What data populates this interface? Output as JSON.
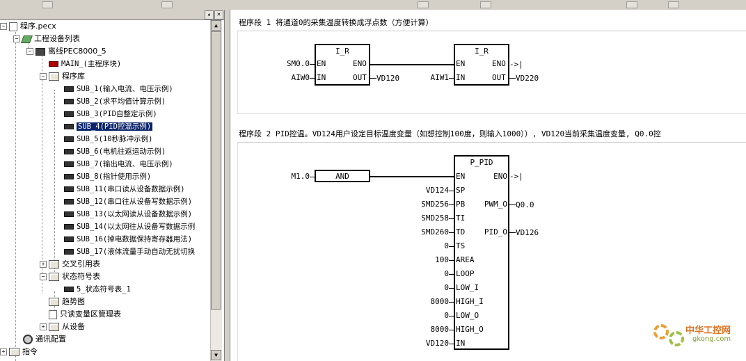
{
  "tree": {
    "nodes": [
      {
        "label": "程序.pecx"
      },
      {
        "label": "工程设备列表"
      },
      {
        "label": "离线PEC8000_5"
      },
      {
        "label": "MAIN_(主程序块)"
      },
      {
        "label": "程序库"
      },
      {
        "label": "SUB_1(输入电流、电压示例)"
      },
      {
        "label": "SUB_2(求平均值计算示例)"
      },
      {
        "label": "SUB_3(PID自整定示例)"
      },
      {
        "label": "SUB_4(PID控温示例)"
      },
      {
        "label": "SUB_5(10秒脉冲示例)"
      },
      {
        "label": "SUB_6(电机往返运动示例)"
      },
      {
        "label": "SUB_7(输出电流、电压示例)"
      },
      {
        "label": "SUB_8(指针使用示例)"
      },
      {
        "label": "SUB_11(串口读从设备数据示例)"
      },
      {
        "label": "SUB_12(串口往从设备写数据示例)"
      },
      {
        "label": "SUB_13(以太网读从设备数据示例)"
      },
      {
        "label": "SUB_14(以太网往从设备写数据示例"
      },
      {
        "label": "SUB_16(掉电数据保持寄存器用法)"
      },
      {
        "label": "SUB_17(液体流量手动自动无扰切换"
      },
      {
        "label": "交叉引用表"
      },
      {
        "label": "状态符号表"
      },
      {
        "label": "5_状态符号表_1"
      },
      {
        "label": "趋势图"
      },
      {
        "label": "只读变量区管理表"
      },
      {
        "label": "从设备"
      },
      {
        "label": "通讯配置"
      },
      {
        "label": "指令"
      }
    ]
  },
  "network1": {
    "title": "程序段 1  将通道0的采集温度转换成浮点数（方便计算）",
    "box1": {
      "name": "I_R",
      "en": "EN",
      "eno": "ENO",
      "in": "IN",
      "out": "OUT",
      "en_input": "SM0.0",
      "in_input": "AIW0",
      "out_output": "VD120"
    },
    "box2": {
      "name": "I_R",
      "en": "EN",
      "eno": "ENO",
      "in": "IN",
      "out": "OUT",
      "in_input": "AIW1",
      "out_output": "VD220",
      "eno_output": "->|"
    }
  },
  "network2": {
    "title": "程序段 2  PID控温。VD124用户设定目标温度变量（如想控制100度，则输入1000））, VD120当前采集温度变量, Q0.0控",
    "contact": {
      "name": "AND",
      "input": "M1.0"
    },
    "pid": {
      "name": "P_PID",
      "eno_output": "->|",
      "pins_left": [
        {
          "pin": "EN",
          "val": ""
        },
        {
          "pin": "SP",
          "val": "VD124"
        },
        {
          "pin": "PB",
          "val": "SMD256"
        },
        {
          "pin": "TI",
          "val": "SMD258"
        },
        {
          "pin": "TD",
          "val": "SMD260"
        },
        {
          "pin": "TS",
          "val": "0"
        },
        {
          "pin": "AREA",
          "val": "100"
        },
        {
          "pin": "LOOP",
          "val": "0"
        },
        {
          "pin": "LOW_I",
          "val": "0"
        },
        {
          "pin": "HIGH_I",
          "val": "8000"
        },
        {
          "pin": "LOW_O",
          "val": "0"
        },
        {
          "pin": "HIGH_O",
          "val": "8000"
        },
        {
          "pin": "IN",
          "val": "VD120"
        }
      ],
      "pins_right": [
        {
          "pin": "ENO",
          "val": ""
        },
        {
          "pin": "PWM_O",
          "val": "Q0.0"
        },
        {
          "pin": "PID_O",
          "val": "VD126"
        }
      ]
    }
  },
  "watermark": {
    "text": "中华工控网",
    "sub": "gkong.com"
  }
}
